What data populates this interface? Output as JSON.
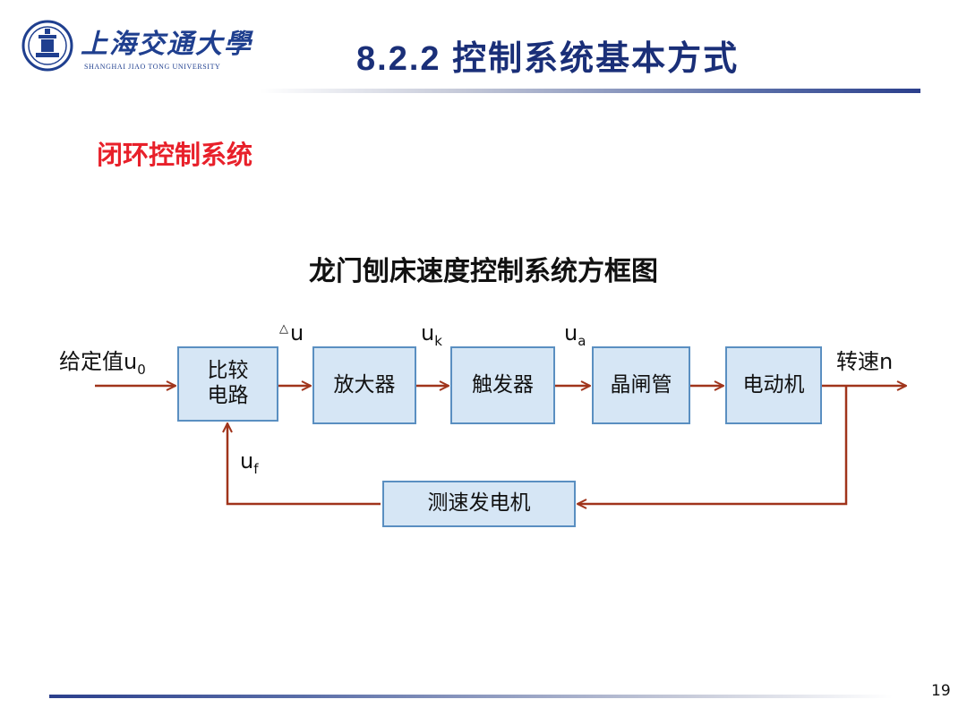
{
  "header": {
    "logo_cn": "上海交通大學",
    "logo_en": "SHANGHAI JIAO TONG UNIVERSITY",
    "title": "8.2.2 控制系统基本方式"
  },
  "section_heading": "闭环控制系统",
  "diagram": {
    "title": "龙门刨床速度控制系统方框图",
    "blocks": {
      "comparator_line1": "比较",
      "comparator_line2": "电路",
      "amplifier": "放大器",
      "trigger": "触发器",
      "thyristor": "晶闸管",
      "motor": "电动机",
      "tachogenerator": "测速发电机"
    },
    "signals": {
      "input_text": "给定值u",
      "input_sub": "0",
      "error_symbol": "△",
      "error_text": "u",
      "uk_text": "u",
      "uk_sub": "k",
      "ua_text": "u",
      "ua_sub": "a",
      "output": "转速n",
      "feedback_text": "u",
      "feedback_sub": "f"
    }
  },
  "footer": {
    "page_number": "19"
  },
  "colors": {
    "title_blue": "#1a2f78",
    "heading_red": "#e8202a",
    "block_fill": "#d6e6f5",
    "block_border": "#5a8fc1",
    "arrow": "#a0341b"
  }
}
